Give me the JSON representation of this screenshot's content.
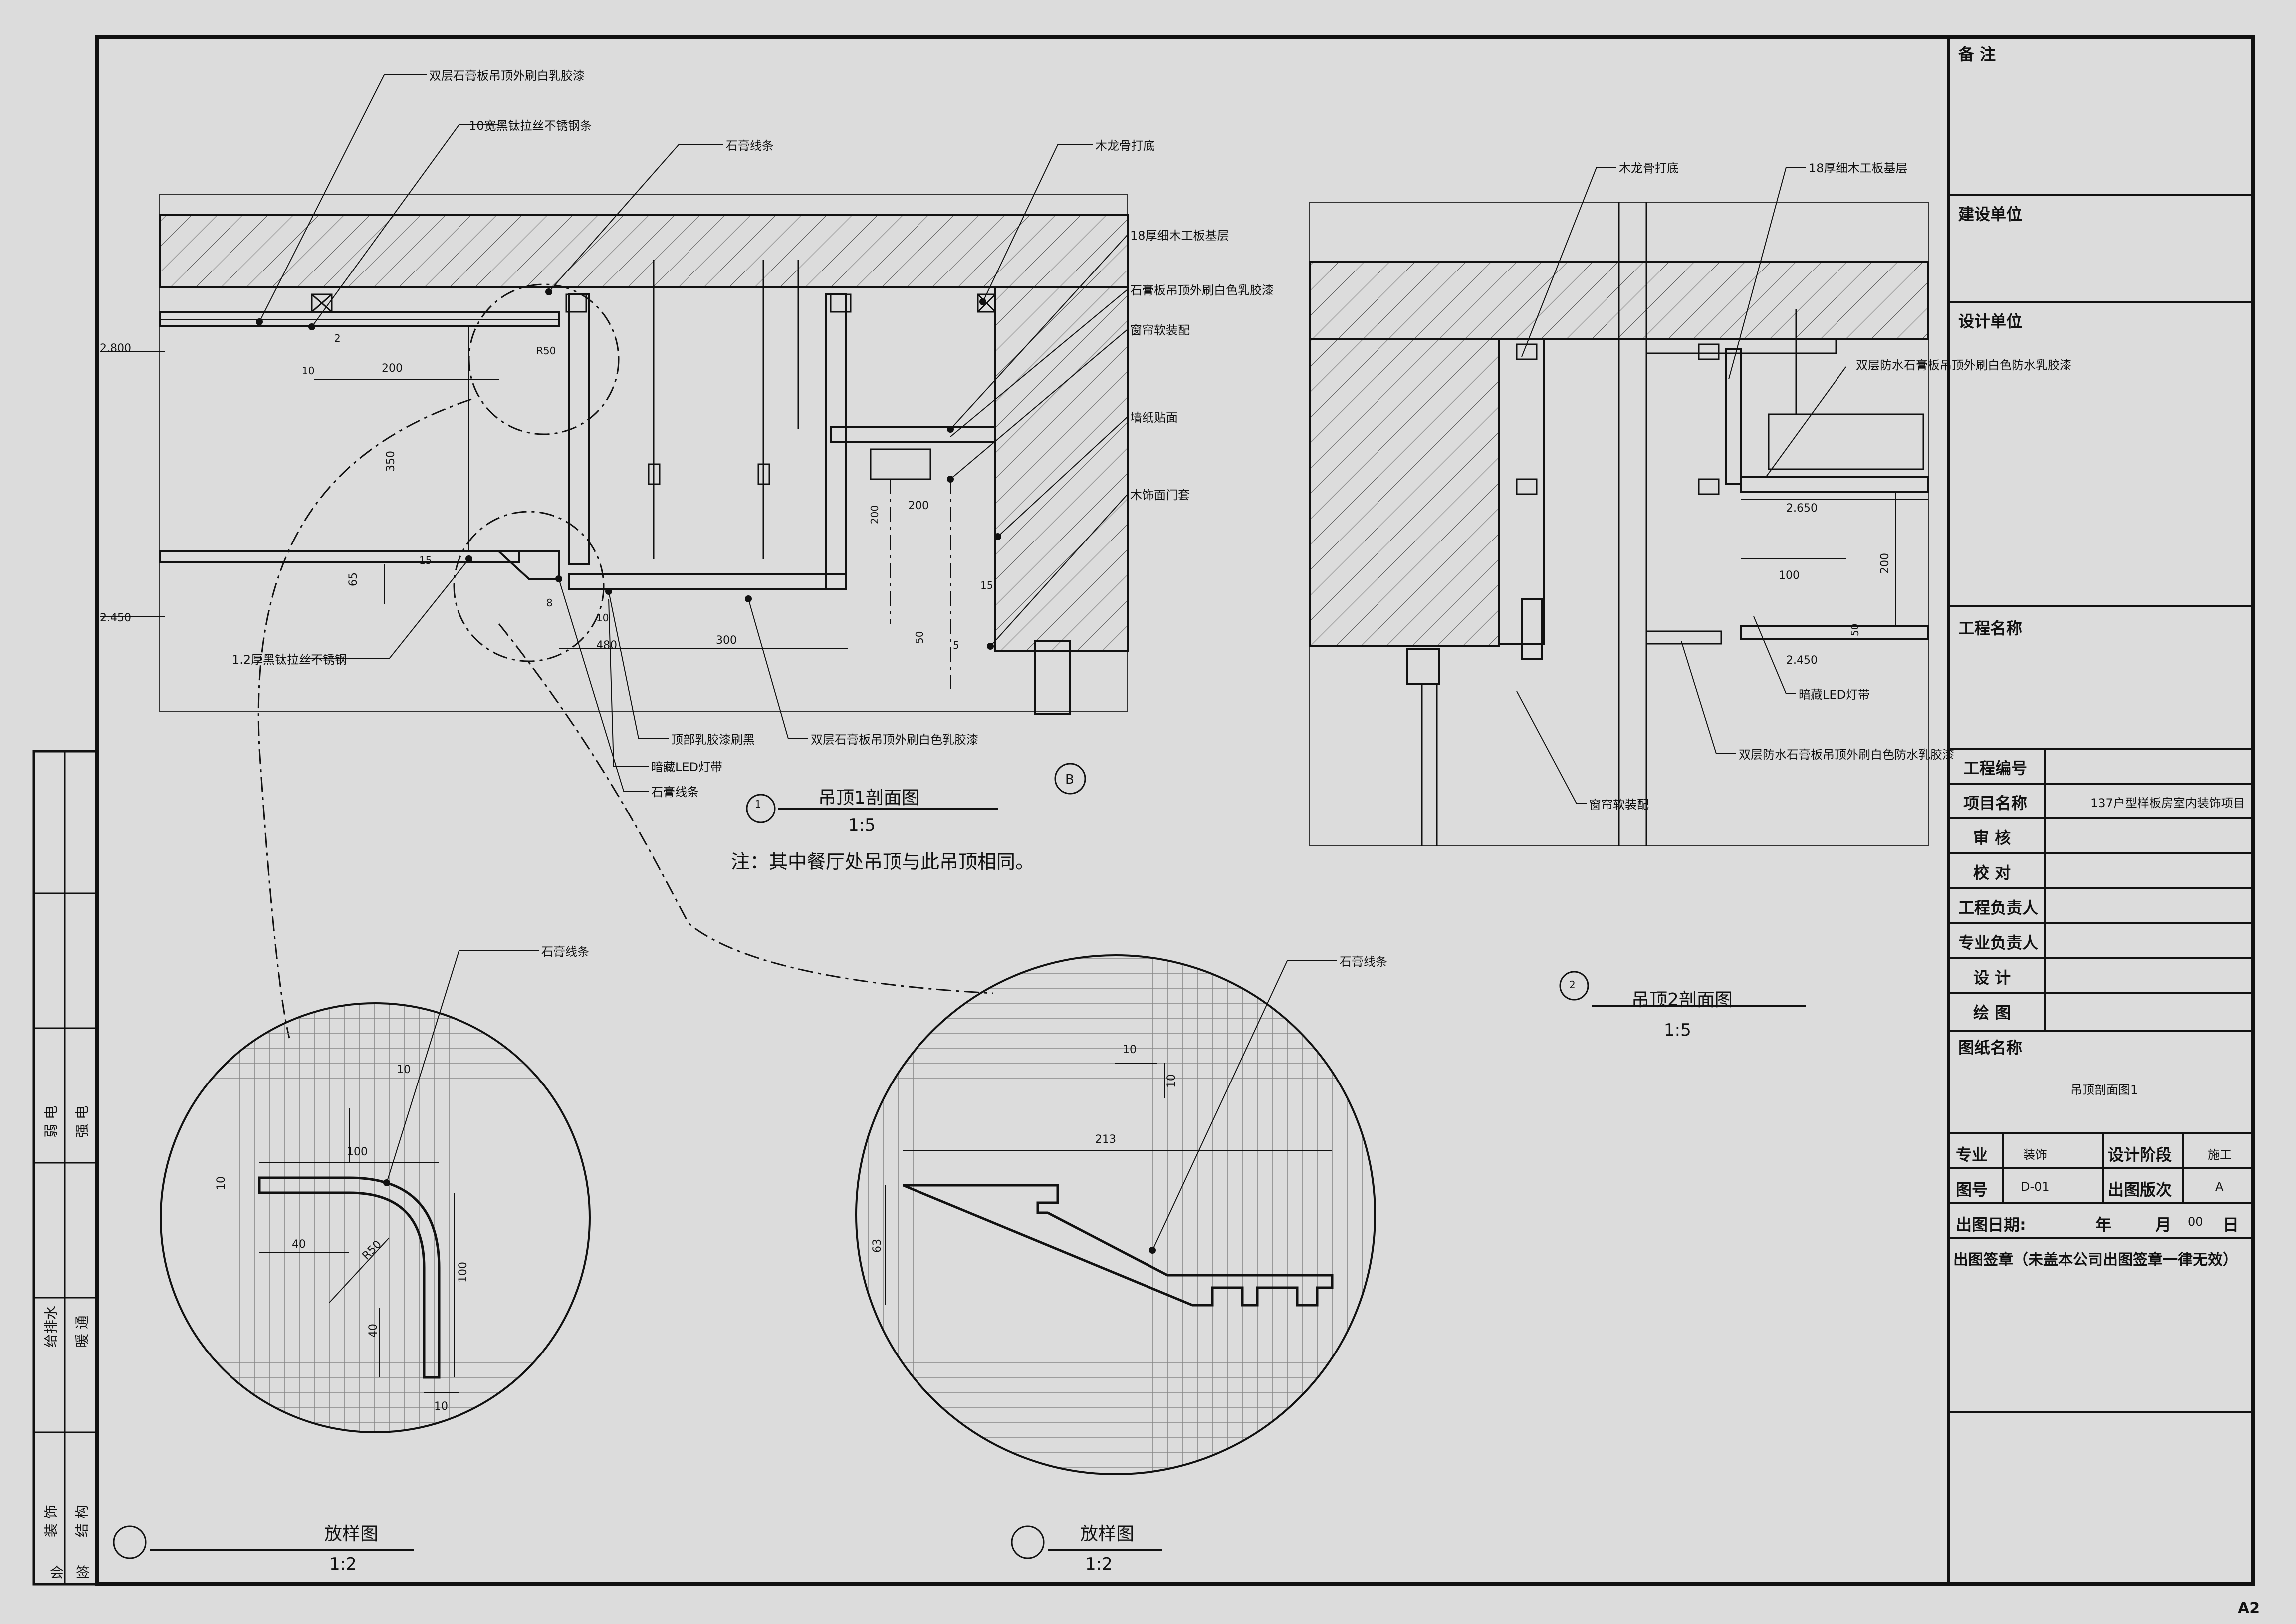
{
  "colors": {
    "background": "#dcdcdc",
    "line": "#111111",
    "hatch": "#444444",
    "grid": "#9a9a9a"
  },
  "section1": {
    "title": "吊顶1剖面图",
    "scale": "1:5",
    "index": "1",
    "ref": "B",
    "note": "注：其中餐厅处吊顶与此吊顶相同。",
    "labels": {
      "l1": "双层石膏板吊顶外刷白乳胶漆",
      "l2": "10宽黑钛拉丝不锈钢条",
      "l3": "石膏线条",
      "l4": "木龙骨打底",
      "l5": "18厚细木工板基层",
      "l6": "石膏板吊顶外刷白色乳胶漆",
      "l7": "窗帘软装配",
      "l8": "墙纸贴面",
      "l9": "木饰面门套",
      "l10": "1.2厚黑钛拉丝不锈钢",
      "l11": "顶部乳胶漆刷黑",
      "l12": "双层石膏板吊顶外刷白色乳胶漆",
      "l13": "暗藏LED灯带",
      "l14": "石膏线条"
    },
    "elev1": "2.800",
    "elev2": "2.450",
    "dims": {
      "d200": "200",
      "d350": "350",
      "d65": "65",
      "d15": "15",
      "d10": "10",
      "d2": "2",
      "d300": "300",
      "d480": "480",
      "d8": "8",
      "dR50": "R50",
      "d200b": "200",
      "d200c": "200",
      "d50": "50",
      "d5": "5",
      "d15b": "15",
      "d10b": "10"
    }
  },
  "section2": {
    "title": "吊顶2剖面图",
    "scale": "1:5",
    "index": "2",
    "labels": {
      "l1": "木龙骨打底",
      "l2": "18厚细木工板基层",
      "l3": "双层防水石膏板吊顶外刷白色防水乳胶漆",
      "l4": "窗帘软装配",
      "l5": "暗藏LED灯带",
      "l6": "双层防水石膏板吊顶外刷白色防水乳胶漆"
    },
    "elev1": "2.650",
    "elev2": "2.450",
    "dims": {
      "d100": "100",
      "d200": "200",
      "d50": "50"
    }
  },
  "detail1": {
    "title": "放样图",
    "scale": "1:2",
    "label": "石膏线条",
    "dims": {
      "a": "10",
      "b": "100",
      "c": "10",
      "d": "40",
      "e": "R50",
      "f": "100",
      "g": "40",
      "h": "10"
    }
  },
  "detail2": {
    "title": "放样图",
    "scale": "1:2",
    "label": "石膏线条",
    "dims": {
      "a": "10",
      "b": "10",
      "c": "213",
      "d": "63"
    }
  },
  "titleblock": {
    "remarks": "备 注",
    "client": "建设单位",
    "designer": "设计单位",
    "project_name": "工程名称",
    "project_no": "工程编号",
    "item_name": "项目名称",
    "item_value": "137户型样板房室内装饰项目",
    "review": "审 核",
    "check": "校 对",
    "pm": "工程负责人",
    "spec_lead": "专业负责人",
    "design": "设 计",
    "draw": "绘 图",
    "drawing_name": "图纸名称",
    "drawing_value": "吊顶剖面图1",
    "major": "专业",
    "major_value": "装饰",
    "stage": "设计阶段",
    "stage_value": "施工",
    "no": "图号",
    "no_value": "D-01",
    "version": "出图版次",
    "version_value": "A",
    "date": "出图日期:",
    "year": "年",
    "month": "月",
    "day_value": "00",
    "day": "日",
    "seal": "出图签章（未盖本公司出图签章一律无效）"
  },
  "leftstrip": {
    "s1": "弱 电",
    "s2": "强 电",
    "s3": "给排水",
    "s4": "暖 通",
    "s5": "装 饰",
    "s6": "结 构",
    "s7": "会",
    "s8": "签"
  },
  "sheet_size": "A2"
}
